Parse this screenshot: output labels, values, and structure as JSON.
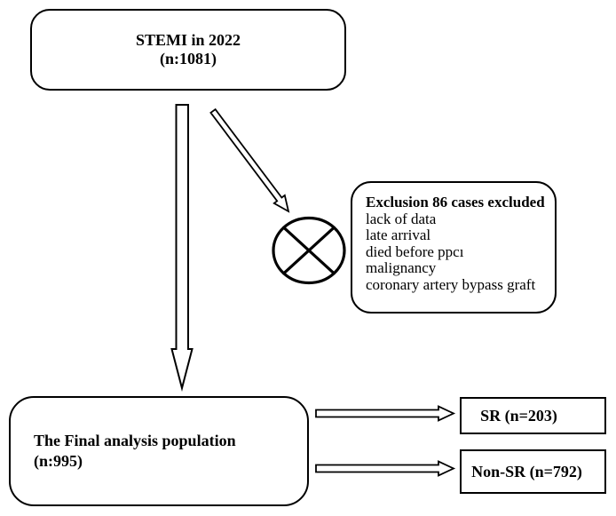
{
  "diagram": {
    "background": "#ffffff",
    "line_color": "#000000",
    "top_box": {
      "title": "STEMI in 2022",
      "count": "(n:1081)"
    },
    "exclusion_box": {
      "title": "Exclusion 86 cases excluded",
      "items": [
        "lack of data",
        "late arrival",
        "died before ppcı",
        "malignancy",
        "coronary artery bypass graft"
      ]
    },
    "final_box": {
      "title": "The Final analysis population",
      "count": "(n:995)"
    },
    "sr_box": {
      "label": "SR (n=203)"
    },
    "non_sr_box": {
      "label": "Non-SR (n=792)"
    }
  }
}
